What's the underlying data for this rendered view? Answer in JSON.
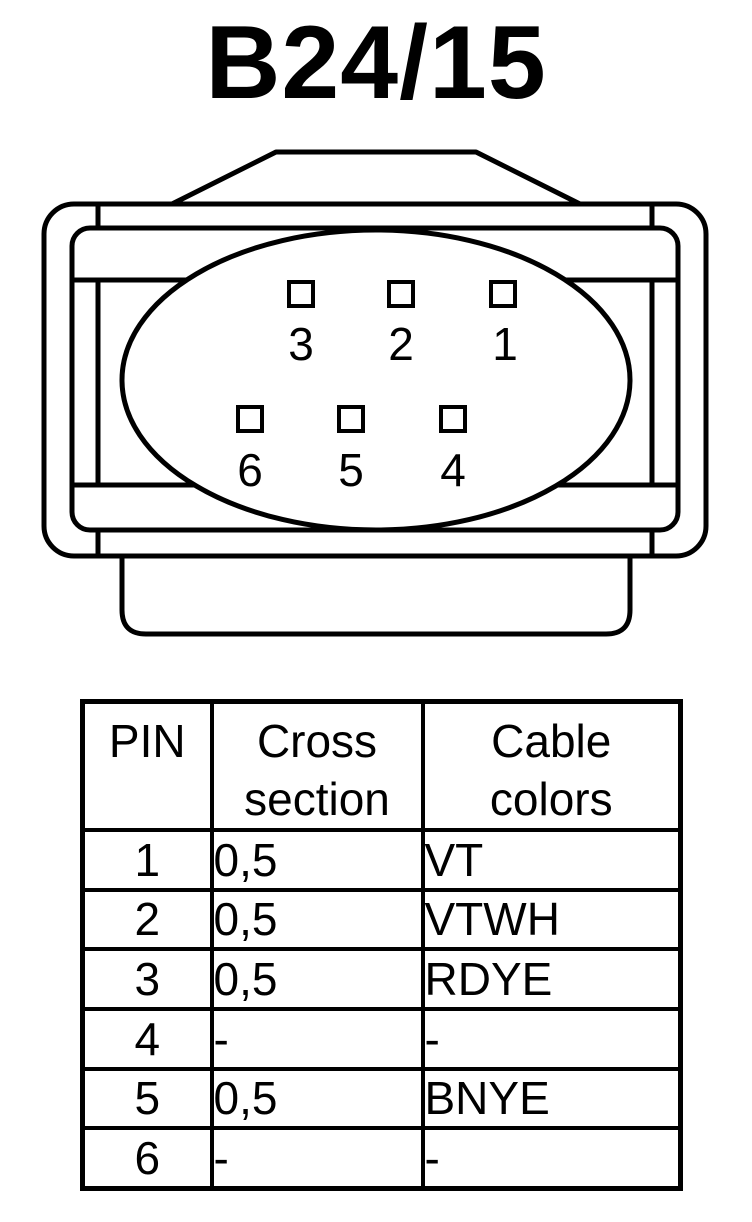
{
  "title": "B24/15",
  "connector": {
    "pins_top": [
      "3",
      "2",
      "1"
    ],
    "pins_bottom": [
      "6",
      "5",
      "4"
    ]
  },
  "table": {
    "headers": {
      "pin": "PIN",
      "cross_section_1": "Cross",
      "cross_section_2": "section",
      "cable_colors_1": "Cable",
      "cable_colors_2": "colors"
    },
    "rows": [
      {
        "pin": "1",
        "cross_section": "0,5",
        "color": "VT"
      },
      {
        "pin": "2",
        "cross_section": "0,5",
        "color": "VTWH"
      },
      {
        "pin": "3",
        "cross_section": "0,5",
        "color": "RDYE"
      },
      {
        "pin": "4",
        "cross_section": "-",
        "color": "-"
      },
      {
        "pin": "5",
        "cross_section": "0,5",
        "color": "BNYE"
      },
      {
        "pin": "6",
        "cross_section": "-",
        "color": "-"
      }
    ]
  }
}
